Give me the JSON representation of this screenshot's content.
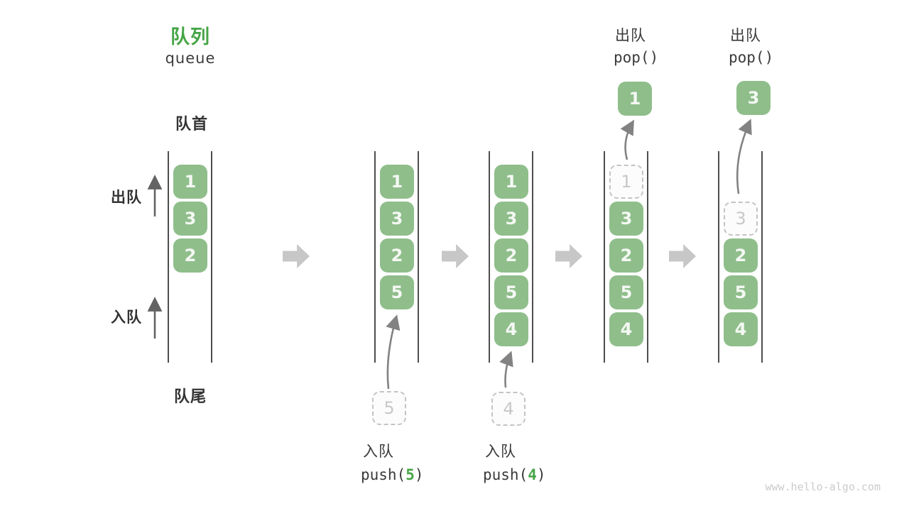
{
  "title": {
    "zh": "队列",
    "en": "queue"
  },
  "labels": {
    "front": "队首",
    "rear": "队尾",
    "dequeue_side": "出队",
    "enqueue_side": "入队"
  },
  "queues": [
    {
      "boxes": [
        "1",
        "3",
        "2"
      ]
    },
    {
      "boxes": [
        "1",
        "3",
        "2",
        "5"
      ],
      "incoming": "5"
    },
    {
      "boxes": [
        "1",
        "3",
        "2",
        "5",
        "4"
      ],
      "incoming": "4"
    },
    {
      "ghost": "1",
      "boxes": [
        "3",
        "2",
        "5",
        "4"
      ],
      "popped": "1"
    },
    {
      "ghost": "3",
      "boxes": [
        "2",
        "5",
        "4"
      ],
      "popped": "3"
    }
  ],
  "operations": {
    "enqueues": [
      {
        "label": "入队",
        "code_pre": "push(",
        "code_arg": "5",
        "code_post": ")"
      },
      {
        "label": "入队",
        "code_pre": "push(",
        "code_arg": "4",
        "code_post": ")"
      }
    ],
    "dequeues": [
      {
        "label": "出队",
        "code": "pop()"
      },
      {
        "label": "出队",
        "code": "pop()"
      }
    ]
  },
  "watermark": "www.hello-algo.com",
  "colors": {
    "box_green": "#8FBE8B",
    "accent_green": "#46A546",
    "ghost_border": "#C4C4C4",
    "channel_line": "#4E4E4E",
    "thin_arrow": "#6E6E6E",
    "block_arrow": "#C7C7C7",
    "text_dark": "#3A3A3A",
    "watermark_gray": "#CBCBCB"
  }
}
